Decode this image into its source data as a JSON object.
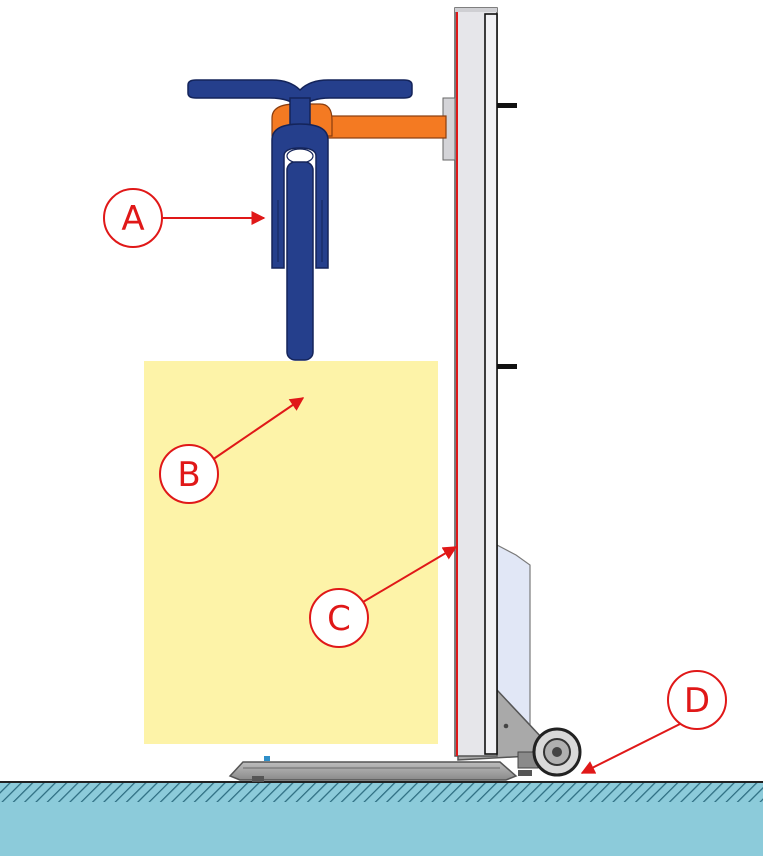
{
  "callouts": [
    {
      "id": "A",
      "label": "A"
    },
    {
      "id": "B",
      "label": "B"
    },
    {
      "id": "C",
      "label": "C"
    },
    {
      "id": "D",
      "label": "D"
    }
  ],
  "colors": {
    "callout": "#e01818",
    "fork": "#253f8c",
    "clamp": "#f47a22",
    "load_block": "#fdf3a8",
    "column": "#e6e6ea",
    "column_rail": "#e01818",
    "floor_fill": "#8ccbda",
    "floor_hatch": "#2c6c80",
    "base_plate": "#aaaaaa"
  }
}
